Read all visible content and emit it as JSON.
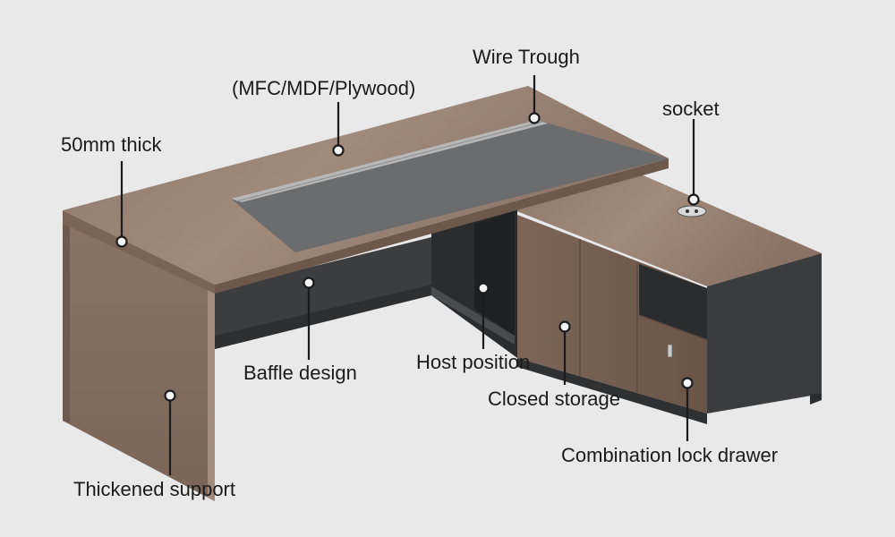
{
  "labels": {
    "wire_trough": "Wire Trough",
    "material": "(MFC/MDF/Plywood)",
    "socket": "socket",
    "thickness": "50mm thick",
    "baffle": "Baffle design",
    "host": "Host position",
    "closed_storage": "Closed storage",
    "lock_drawer": "Combination lock drawer",
    "support": "Thickened support"
  },
  "colors": {
    "background": "#e9e9e9",
    "wood": "#8a7266",
    "wood_dark": "#6f5a4f",
    "desk_pad": "#6b6c6e",
    "panel_dark": "#3b3c3e",
    "leader": "#1b1b1b"
  }
}
